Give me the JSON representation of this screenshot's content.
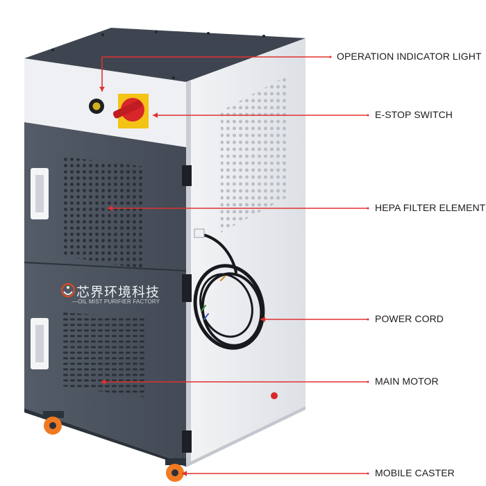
{
  "brand": {
    "name_cn": "芯界环境科技",
    "name_en": "—OIL MIST PURIFIER FACTORY"
  },
  "callouts": [
    {
      "id": "indicator",
      "text": "OPERATION INDICATOR LIGHT"
    },
    {
      "id": "estop",
      "text": "E-STOP SWITCH"
    },
    {
      "id": "hepa",
      "text": "HEPA FILTER ELEMENT"
    },
    {
      "id": "cord",
      "text": "POWER CORD"
    },
    {
      "id": "motor",
      "text": "MAIN MOTOR"
    },
    {
      "id": "caster",
      "text": "MOBILE CASTER"
    }
  ],
  "colors": {
    "cabinet_white": "#eef0f3",
    "cabinet_side": "#e3e6ea",
    "door_panel": "#4a525e",
    "top_panel": "#3e4550",
    "callout_red": "#e0312f",
    "estop_red": "#d8262a",
    "estop_yellow": "#f3c316",
    "caster_orange": "#f07a22"
  }
}
